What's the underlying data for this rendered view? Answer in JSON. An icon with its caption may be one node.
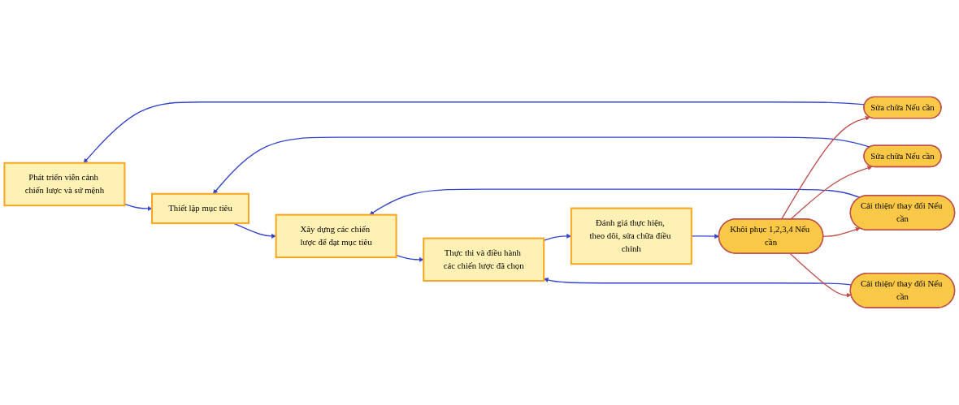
{
  "diagram": {
    "nodes": [
      {
        "text": [
          "Phát triển viễn cảnh chiến lược và sứ mệnh"
        ]
      },
      {
        "text": [
          "Thiết lập mục tiêu"
        ]
      },
      {
        "text": [
          "Xây dựng các chiến lược để đạt mục tiêu"
        ]
      },
      {
        "text": [
          "Thực thi và điều hành các chiến lược đã chọn"
        ]
      },
      {
        "text": [
          "Đánh giá thực hiện, theo dõi, sửa chữa điều chỉnh"
        ]
      },
      {
        "text": [
          "Sửa chữa Nếu cần"
        ]
      },
      {
        "text": [
          "Sửa chữa Nếu cần"
        ]
      },
      {
        "text": [
          "Cải thiện/ thay đổi Nếu cần"
        ]
      },
      {
        "text": [
          "Cải thiện/ thay đổi Nếu cần"
        ]
      },
      {
        "text": [
          "Khôi phục 1,2,3,4 Nếu cần"
        ]
      }
    ],
    "edges": [
      {
        "from": 0,
        "to": 1,
        "arrow": "to"
      },
      {
        "from": 1,
        "to": 2,
        "arrow": "to"
      },
      {
        "from": 2,
        "to": 3,
        "arrow": "to"
      },
      {
        "from": 3,
        "to": 4,
        "arrow": "to"
      },
      {
        "from": 5,
        "to": 0,
        "arrow": "to"
      },
      {
        "from": 6,
        "to": 1,
        "arrow": "to"
      },
      {
        "from": 7,
        "to": 2,
        "arrow": "to"
      },
      {
        "from": 8,
        "to": 3,
        "arrow": "to"
      },
      {
        "from": 4,
        "to": 9,
        "arrow": "to"
      },
      {
        "from": 9,
        "to": 5,
        "arrow": "to",
        "color": "#c0504d"
      },
      {
        "from": 9,
        "to": 6,
        "arrow": "to",
        "color": "#c0504d"
      },
      {
        "from": 9,
        "to": 7,
        "arrow": "to",
        "color": "#c0504d"
      },
      {
        "from": 9,
        "to": 8,
        "arrow": "to",
        "color": "#c0504d"
      }
    ]
  }
}
